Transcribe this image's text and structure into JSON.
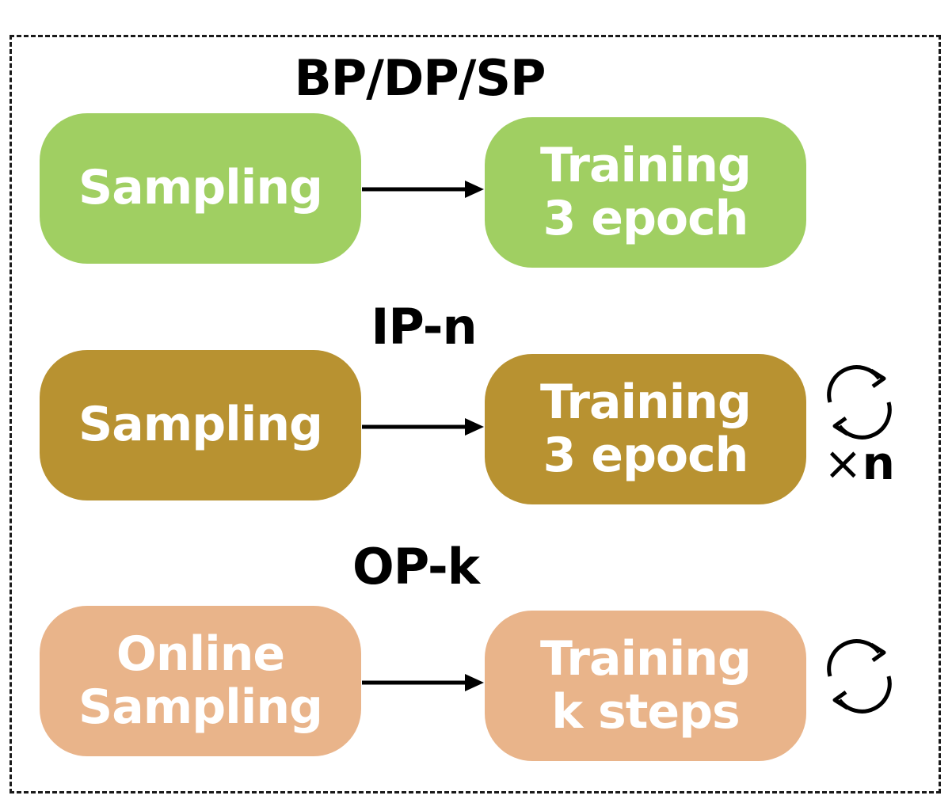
{
  "colors": {
    "green": "#a0cf62",
    "olive": "#b89231",
    "peach": "#e9b48a",
    "text_on_box": "#ffffff",
    "stroke": "#000000"
  },
  "rows": [
    {
      "heading": "BP/DP/SP",
      "sample_lines": [
        "Sampling"
      ],
      "train_lines": [
        "Training",
        "3 epoch"
      ],
      "loop": "none"
    },
    {
      "heading": "IP-n",
      "sample_lines": [
        "Sampling"
      ],
      "train_lines": [
        "Training",
        "3 epoch"
      ],
      "loop": "repeat-cycle-icon",
      "multiplier_symbol": "×",
      "multiplier_var": "n"
    },
    {
      "heading": "OP-k",
      "sample_lines": [
        "Online",
        "Sampling"
      ],
      "train_lines": [
        "Training",
        "k steps"
      ],
      "loop": "repeat-cycle-icon"
    }
  ]
}
